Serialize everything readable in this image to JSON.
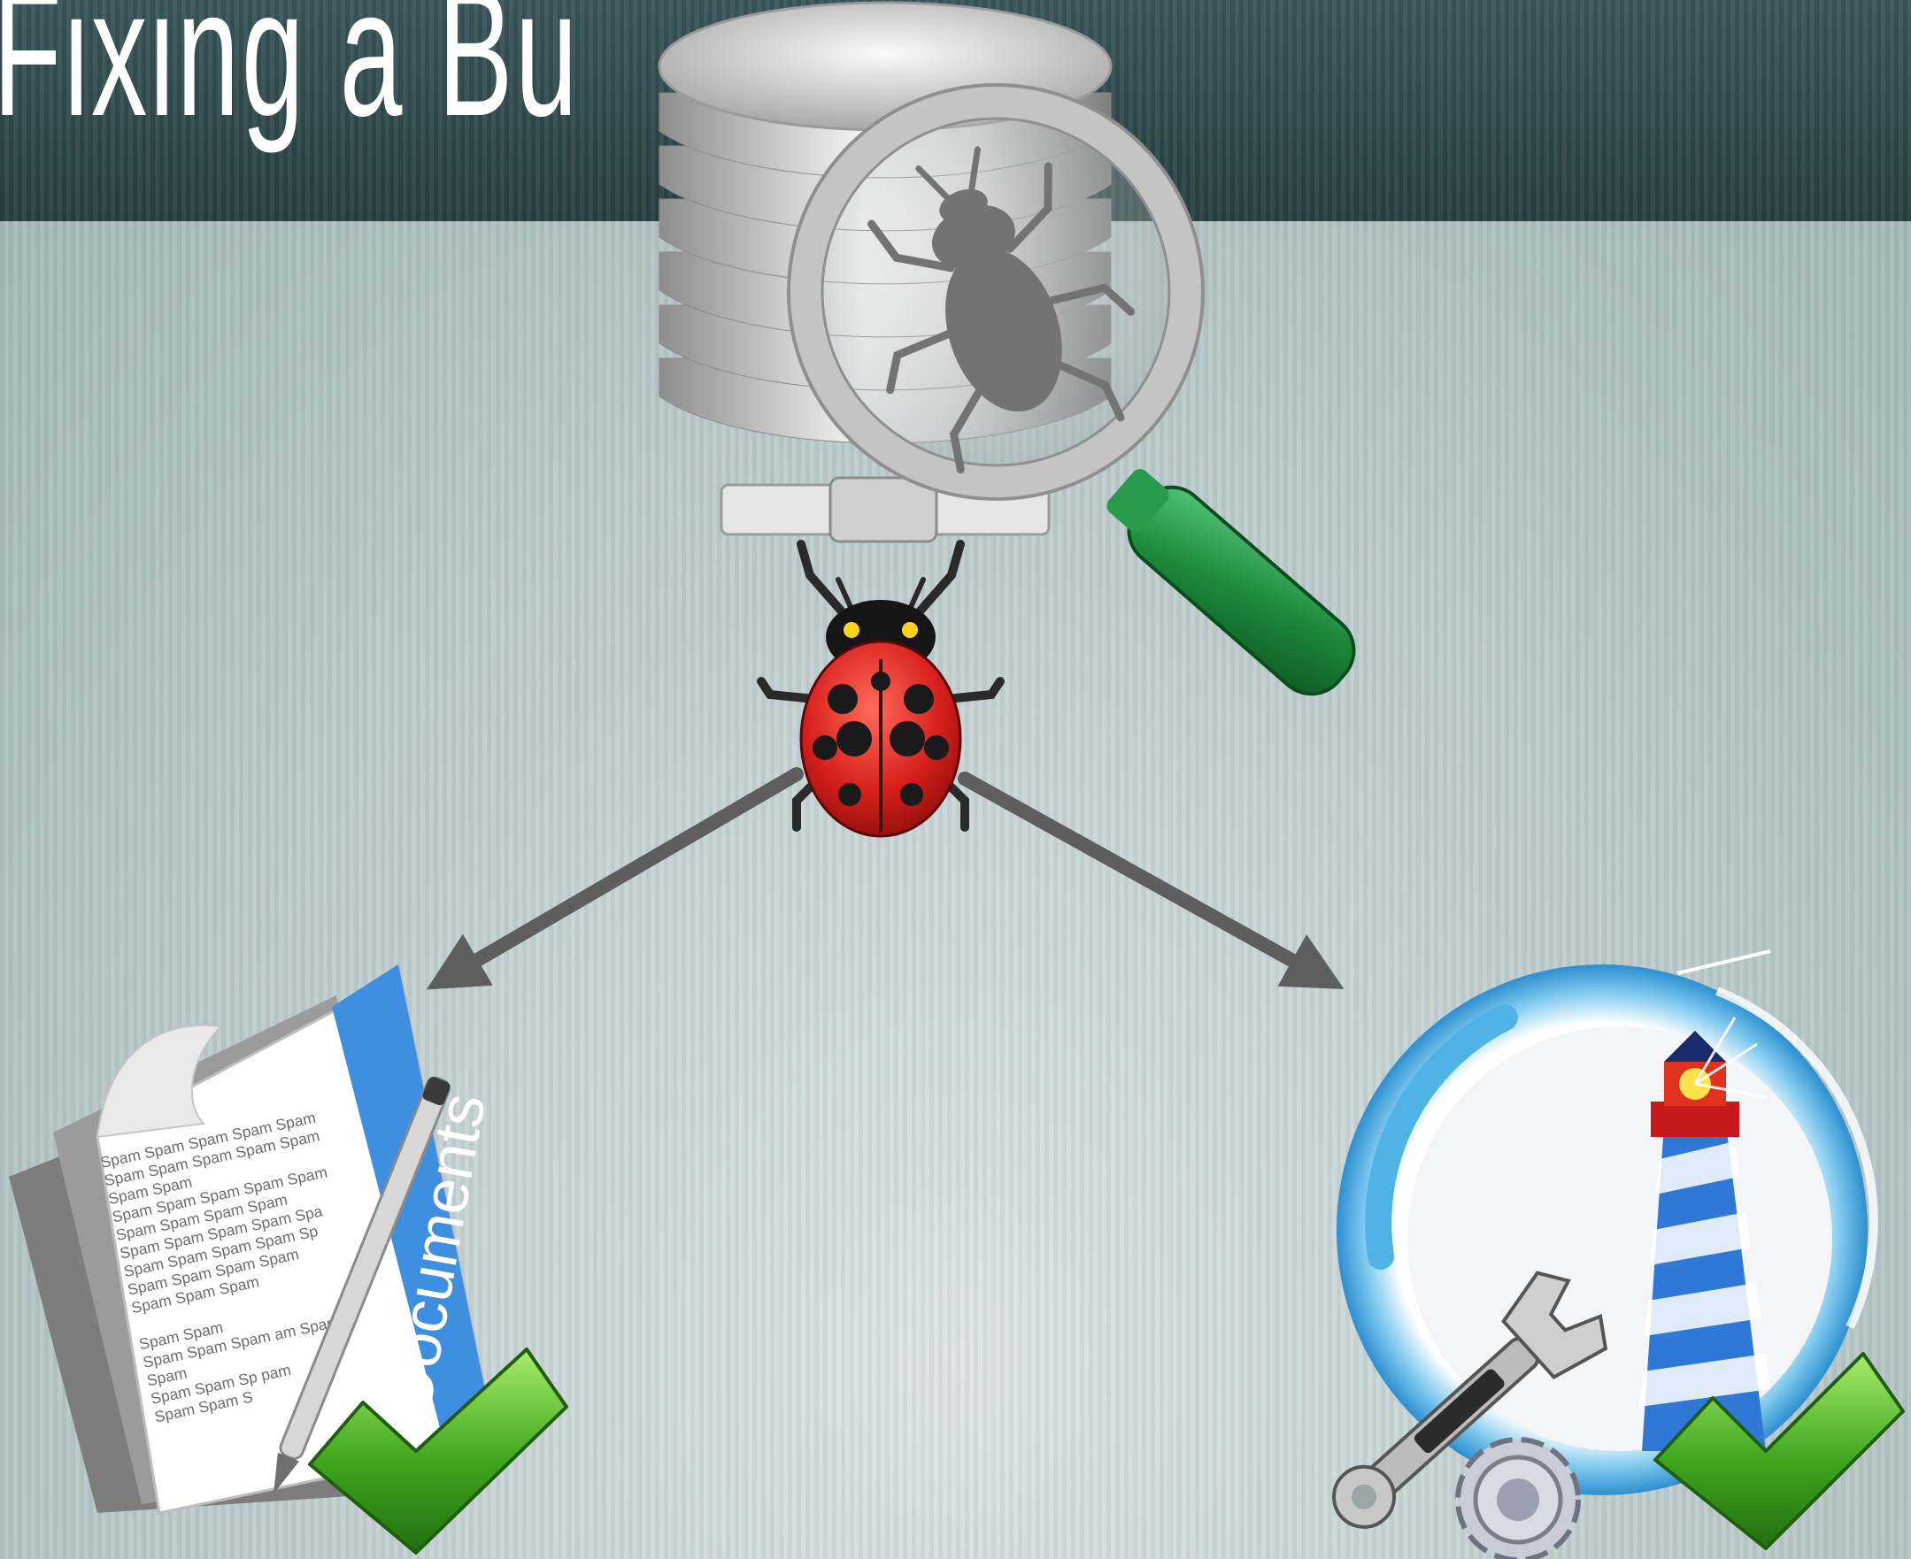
{
  "slide": {
    "title": "Fixing a Bu"
  },
  "document_icon": {
    "label": "Documents",
    "lines": [
      "Spam Spam Spam Spam Spam",
      "Spam Spam Spam Spam Spam",
      "Spam Spam",
      "Spam Spam Spam Spam Spam",
      "Spam Spam Spam Spam",
      "Spam Spam Spam Spam Spa",
      "Spam Spam Spam Spam Sp",
      "Spam Spam Spam Spam",
      "Spam Spam Spam",
      "",
      "Spam Spam",
      "Spam Spam Spam   am Spam",
      "Spam",
      "Spam Spam Sp      pam",
      "Spam Spam S"
    ]
  },
  "colors": {
    "header": "#2f4a4e",
    "background": "#b9c9ca",
    "arrow": "#5e5e5e",
    "check": "#3fa61e",
    "magnifier_handle": "#1f8a3e",
    "ladybug": "#d8201c",
    "doc_spine": "#3f8fe0"
  },
  "icons": [
    "database-search-icon",
    "ladybug-icon",
    "document-icon",
    "lighthouse-app-icon",
    "check-icon",
    "wrench-icon",
    "gear-icon"
  ]
}
